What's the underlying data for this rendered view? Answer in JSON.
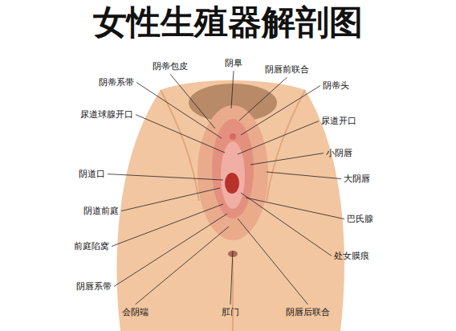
{
  "diagram": {
    "title": "女性生殖器解剖图",
    "labels": [
      "阴蒂包皮",
      "阴阜",
      "阴唇前联合",
      "阴蒂系带",
      "阴蒂头",
      "尿道球腺开口",
      "尿道开口",
      "小阴唇",
      "阴道口",
      "大阴唇",
      "阴道前庭",
      "巴氏腺",
      "前庭陷窝",
      "处女膜痕",
      "阴唇系带",
      "会阴端",
      "肛门",
      "阴唇后联合"
    ]
  }
}
